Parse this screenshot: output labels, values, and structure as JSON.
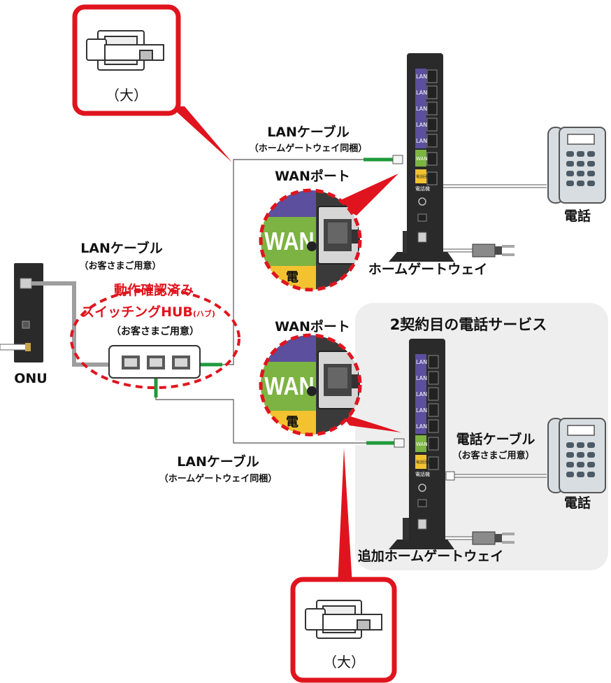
{
  "callout_top": {
    "label": "（大）"
  },
  "callout_bottom": {
    "label": "（大）"
  },
  "onu": {
    "label": "ONU"
  },
  "hub": {
    "title_line1": "動作確認済み",
    "title_line2": "スイッチングHUB",
    "title_suffix": "(ハブ)",
    "note": "（お客さまご用意）"
  },
  "cable_onu_hub": {
    "label": "LANケーブル",
    "note": "（お客さまご用意）"
  },
  "cable_hub_gw1": {
    "label": "LANケーブル",
    "note": "（ホームゲートウェイ同梱）"
  },
  "cable_hub_gw2": {
    "label": "LANケーブル",
    "note": "（ホームゲートウェイ同梱）"
  },
  "wan_zoom_1": {
    "title": "WANポート",
    "badge": "WAN",
    "strip": "電"
  },
  "wan_zoom_2": {
    "title": "WANポート",
    "badge": "WAN",
    "strip": "電"
  },
  "gateway_1": {
    "label": "ホームゲートウェイ",
    "ports": [
      "LAN 1",
      "LAN 2",
      "LAN 3",
      "LAN 4",
      "LAN 5"
    ],
    "wan_label": "WAN",
    "line_label": "電話回線",
    "phone_label": "電話機"
  },
  "gateway_2": {
    "label": "追加ホームゲートウェイ",
    "ports": [
      "LAN 1",
      "LAN 2",
      "LAN 3",
      "LAN 4",
      "LAN 5"
    ],
    "wan_label": "WAN",
    "line_label": "電話回線",
    "phone_label": "電話機"
  },
  "phone_1": {
    "label": "電話"
  },
  "phone_2": {
    "label": "電話"
  },
  "phone_cable_2": {
    "label": "電話ケーブル",
    "note": "（お客さまご用意）"
  },
  "second_service": {
    "title": "2契約目の電話サービス"
  },
  "colors": {
    "red": "#e0141e",
    "cable_green": "#1f9a3c",
    "wan_green": "#7cb342",
    "lan_purple": "#5b4f9e",
    "device_dark": "#2a2a2a",
    "panel_gray": "#eeeeee"
  }
}
